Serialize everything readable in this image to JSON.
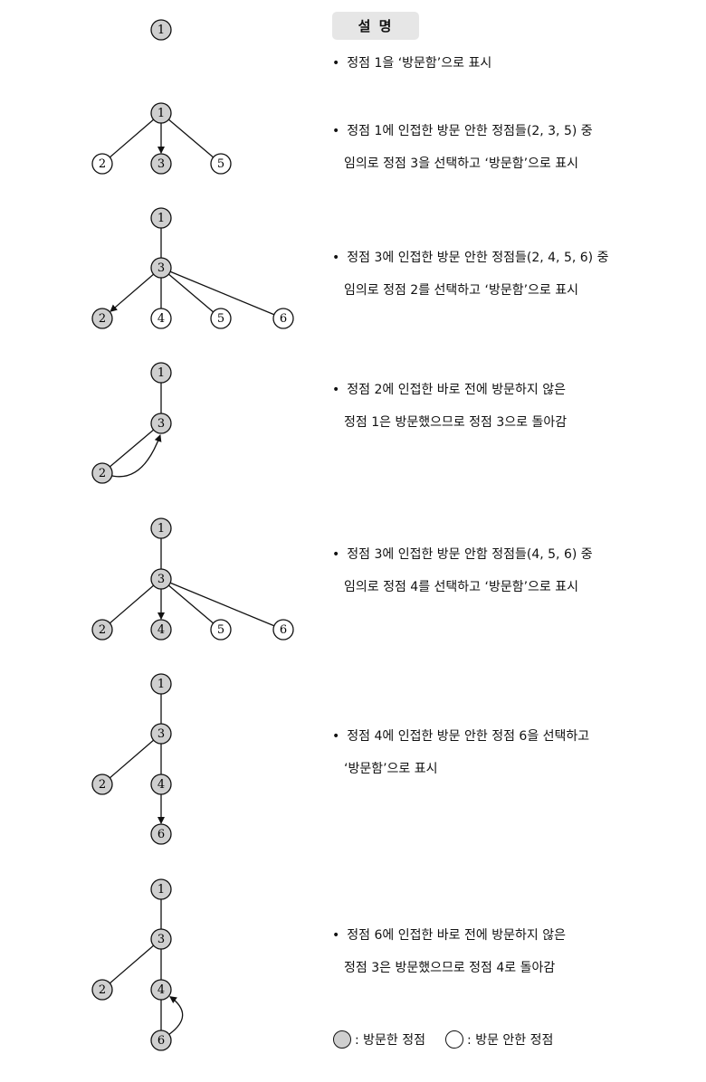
{
  "header": {
    "title": "설 명"
  },
  "colors": {
    "visited_fill": "#cfcfcf",
    "unvisited_fill": "#ffffff",
    "stroke": "#111111"
  },
  "steps": [
    {
      "lines": [
        "정점 1을 ‘방문함’으로 표시"
      ],
      "nodes": [
        {
          "id": "1",
          "visited": true
        }
      ],
      "edges": [],
      "tree_arrows": [],
      "back_arrows": []
    },
    {
      "lines": [
        "정점 1에 인접한 방문 안한 정점들(2, 3, 5) 중",
        "임의로 정점 3을 선택하고 ‘방문함’으로 표시"
      ],
      "nodes": [
        {
          "id": "1",
          "visited": true
        },
        {
          "id": "2",
          "visited": false
        },
        {
          "id": "3",
          "visited": true
        },
        {
          "id": "5",
          "visited": false
        }
      ],
      "edges": [
        [
          "1",
          "2"
        ],
        [
          "1",
          "5"
        ]
      ],
      "tree_arrows": [
        [
          "1",
          "3"
        ]
      ],
      "back_arrows": []
    },
    {
      "lines": [
        "정점 3에 인접한 방문 안한 정점들(2, 4, 5, 6) 중",
        "임의로 정점 2를 선택하고  ‘방문함’으로 표시"
      ],
      "nodes": [
        {
          "id": "1",
          "visited": true
        },
        {
          "id": "3",
          "visited": true
        },
        {
          "id": "2",
          "visited": true
        },
        {
          "id": "4",
          "visited": false
        },
        {
          "id": "5",
          "visited": false
        },
        {
          "id": "6",
          "visited": false
        }
      ],
      "edges": [
        [
          "1",
          "3"
        ],
        [
          "3",
          "4"
        ],
        [
          "3",
          "5"
        ],
        [
          "3",
          "6"
        ]
      ],
      "tree_arrows": [
        [
          "3",
          "2"
        ]
      ],
      "back_arrows": []
    },
    {
      "lines": [
        "정점 2에 인접한 바로 전에 방문하지 않은",
        "정점 1은 방문했으므로 정점 3으로 돌아감"
      ],
      "nodes": [
        {
          "id": "1",
          "visited": true
        },
        {
          "id": "3",
          "visited": true
        },
        {
          "id": "2",
          "visited": true
        }
      ],
      "edges": [
        [
          "1",
          "3"
        ],
        [
          "3",
          "2"
        ]
      ],
      "tree_arrows": [],
      "back_arrows": [
        [
          "2",
          "3"
        ]
      ]
    },
    {
      "lines": [
        "정점 3에 인접한 방문 안함 정점들(4, 5, 6) 중",
        "임의로 정점 4를 선택하고  ‘방문함’으로 표시"
      ],
      "nodes": [
        {
          "id": "1",
          "visited": true
        },
        {
          "id": "3",
          "visited": true
        },
        {
          "id": "2",
          "visited": true
        },
        {
          "id": "4",
          "visited": true
        },
        {
          "id": "5",
          "visited": false
        },
        {
          "id": "6",
          "visited": false
        }
      ],
      "edges": [
        [
          "1",
          "3"
        ],
        [
          "3",
          "2"
        ],
        [
          "3",
          "5"
        ],
        [
          "3",
          "6"
        ]
      ],
      "tree_arrows": [
        [
          "3",
          "4"
        ]
      ],
      "back_arrows": []
    },
    {
      "lines": [
        "정점 4에 인접한 방문 안한 정점 6을 선택하고",
        "‘방문함’으로 표시"
      ],
      "nodes": [
        {
          "id": "1",
          "visited": true
        },
        {
          "id": "3",
          "visited": true
        },
        {
          "id": "2",
          "visited": true
        },
        {
          "id": "4",
          "visited": true
        },
        {
          "id": "6",
          "visited": true
        }
      ],
      "edges": [
        [
          "1",
          "3"
        ],
        [
          "3",
          "2"
        ],
        [
          "3",
          "4"
        ]
      ],
      "tree_arrows": [
        [
          "4",
          "6"
        ]
      ],
      "back_arrows": []
    },
    {
      "lines": [
        "정점 6에 인접한 바로 전에 방문하지 않은",
        "정점 3은 방문했으므로 정점 4로 돌아감"
      ],
      "nodes": [
        {
          "id": "1",
          "visited": true
        },
        {
          "id": "3",
          "visited": true
        },
        {
          "id": "2",
          "visited": true
        },
        {
          "id": "4",
          "visited": true
        },
        {
          "id": "6",
          "visited": true
        }
      ],
      "edges": [
        [
          "1",
          "3"
        ],
        [
          "3",
          "2"
        ],
        [
          "3",
          "4"
        ],
        [
          "4",
          "6"
        ]
      ],
      "tree_arrows": [],
      "back_arrows": [
        [
          "6",
          "4"
        ]
      ]
    }
  ],
  "legend": {
    "visited_label": ": 방문한 정점",
    "unvisited_label": ": 방문 안한 정점"
  }
}
